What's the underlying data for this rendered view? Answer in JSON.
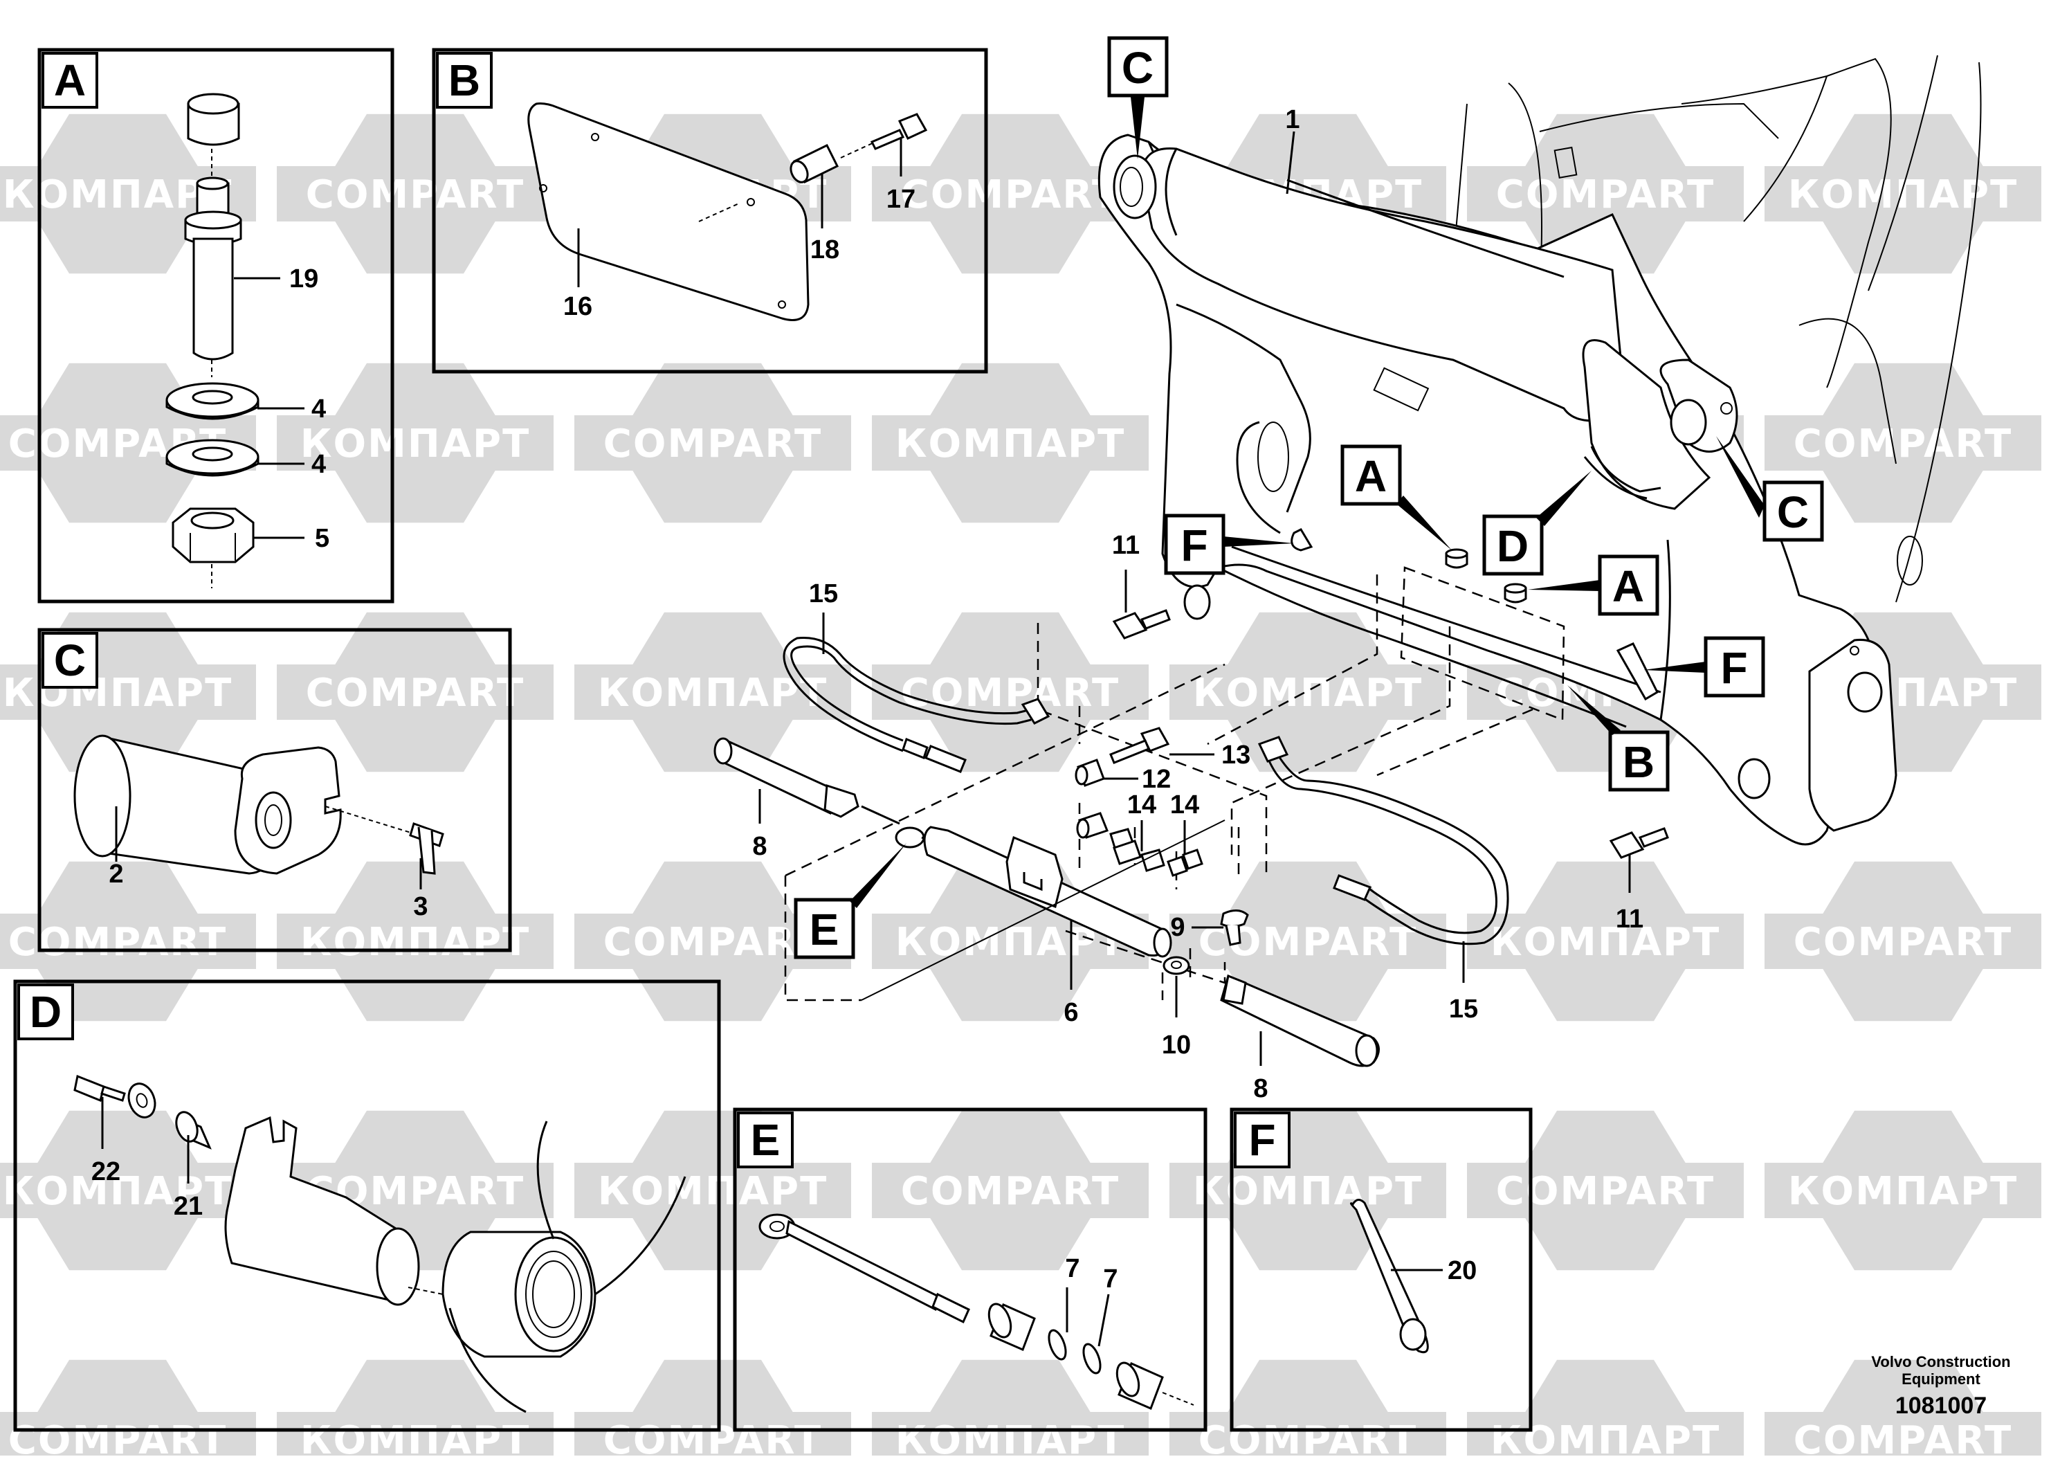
{
  "watermark": {
    "texts": [
      "COMPART",
      "КОМПАРТ"
    ],
    "color": "#d9d9d9"
  },
  "detail_views": [
    {
      "id": "A",
      "label": "A"
    },
    {
      "id": "B",
      "label": "B"
    },
    {
      "id": "C",
      "label": "C"
    },
    {
      "id": "D",
      "label": "D"
    },
    {
      "id": "E",
      "label": "E"
    },
    {
      "id": "F",
      "label": "F"
    }
  ],
  "main_view_callouts": [
    "C",
    "C",
    "A",
    "A",
    "D",
    "F",
    "F",
    "B",
    "E"
  ],
  "part_numbers": {
    "p1": "1",
    "p2": "2",
    "p3": "3",
    "p4a": "4",
    "p4b": "4",
    "p5": "5",
    "p6": "6",
    "p7a": "7",
    "p7b": "7",
    "p8a": "8",
    "p8b": "8",
    "p9": "9",
    "p10": "10",
    "p11a": "11",
    "p11b": "11",
    "p12": "12",
    "p13": "13",
    "p14a": "14",
    "p14b": "14",
    "p15a": "15",
    "p15b": "15",
    "p16": "16",
    "p17": "17",
    "p18": "18",
    "p19": "19",
    "p20": "20",
    "p21": "21",
    "p22": "22"
  },
  "footer": {
    "brand_line1": "Volvo Construction",
    "brand_line2": "Equipment",
    "doc_number": "1081007"
  }
}
